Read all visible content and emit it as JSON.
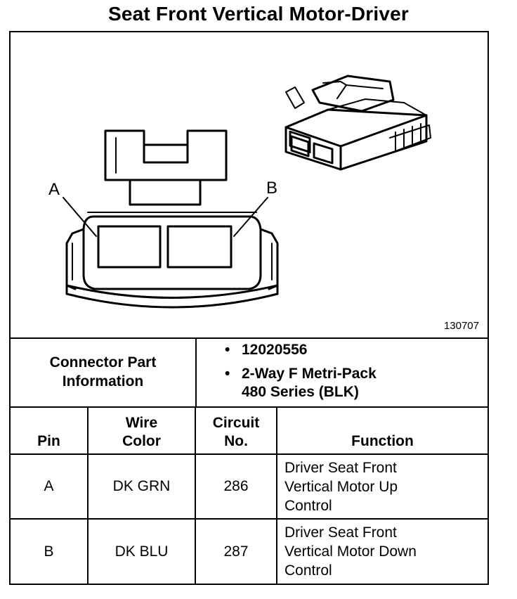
{
  "title": "Seat Front Vertical Motor-Driver",
  "figure": {
    "id": "130707",
    "pin_labels": [
      "A",
      "B"
    ]
  },
  "connector_info": {
    "heading_line1": "Connector Part",
    "heading_line2": "Information",
    "items": [
      "12020556",
      "2-Way F Metri-Pack"
    ],
    "item2_continuation": "480 Series (BLK)"
  },
  "pin_table": {
    "headers": {
      "pin": "Pin",
      "wire_color_1": "Wire",
      "wire_color_2": "Color",
      "circuit_1": "Circuit",
      "circuit_2": "No.",
      "function": "Function"
    },
    "rows": [
      {
        "pin": "A",
        "wire_color": "DK GRN",
        "circuit": "286",
        "function": [
          "Driver Seat Front",
          "Vertical Motor Up",
          "Control"
        ]
      },
      {
        "pin": "B",
        "wire_color": "DK BLU",
        "circuit": "287",
        "function": [
          "Driver Seat Front",
          "Vertical Motor Down",
          "Control"
        ]
      }
    ]
  }
}
